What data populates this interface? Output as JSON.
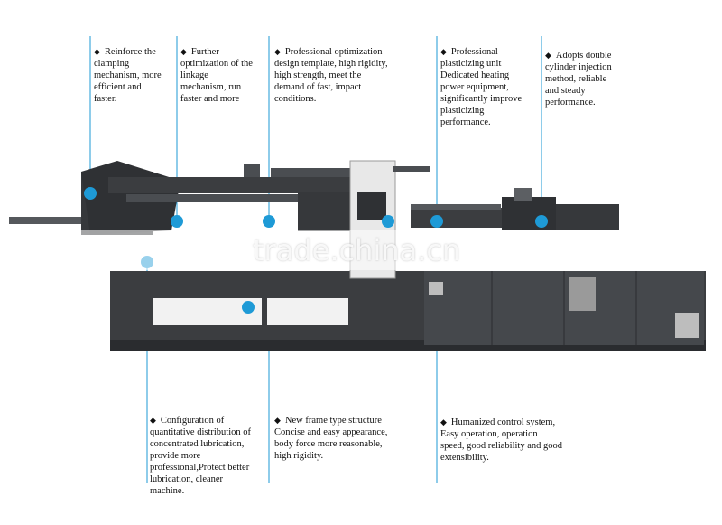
{
  "watermark": "trade.china.cn",
  "bullet": "◆",
  "annotations": [
    {
      "id": "clamping",
      "text": "Reinforce the\nclamping\nmechanism, more\nefficient and\nfaster."
    },
    {
      "id": "linkage",
      "text": "Further\noptimization of the\nlinkage\nmechanism, run\nfaster and more"
    },
    {
      "id": "template",
      "text": "Professional optimization\ndesign template, high rigidity,\nhigh strength, meet the\ndemand of fast, impact\nconditions."
    },
    {
      "id": "plasticizing",
      "text": "Professional\nplasticizing unit\nDedicated heating\npower equipment,\nsignificantly improve\nplasticizing\nperformance."
    },
    {
      "id": "injection",
      "text": "Adopts double\ncylinder injection\nmethod, reliable\nand steady\nperformance."
    },
    {
      "id": "lubrication",
      "text": "Configuration of\nquantitative distribution of\nconcentrated lubrication,\nprovide more\nprofessional,Protect better\nlubrication, cleaner\nmachine."
    },
    {
      "id": "frame",
      "text": "New frame type structure\nConcise and easy appearance,\nbody force more reasonable,\nhigh rigidity."
    },
    {
      "id": "control",
      "text": "Humanized control system,\nEasy operation, operation\nspeed, good reliability and good\nextensibility."
    }
  ],
  "colors": {
    "accent": "#1e9ad6",
    "machine": "#3b3d40",
    "machine_dark": "#2a2c2f",
    "panel": "#e8e8e8"
  }
}
